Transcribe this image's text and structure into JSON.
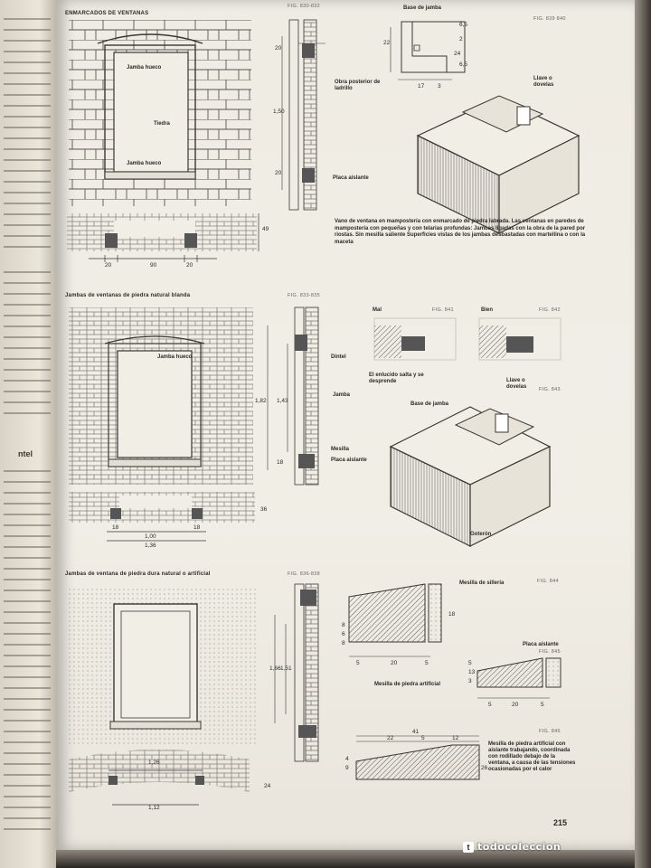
{
  "page_number": "215",
  "watermark": "todocoleccion",
  "left_column": {
    "heading": "ntel"
  },
  "section1": {
    "title": "ENMARCADOS DE VENTANAS",
    "fig_a": "FIG. 830-832",
    "fig_b": "FIG. 839 840",
    "labels": {
      "jamb_upper": "Jamba hueco",
      "tiedra": "Tiedra",
      "jamb_lower": "Jamba hueco",
      "backwall": "Obra posterior de ladrillo",
      "placa": "Placa aislante",
      "base_jamba": "Base de jamba",
      "llave": "Llave o dovelas"
    },
    "dims": {
      "left": "20",
      "center": "90",
      "right": "20",
      "height": "49",
      "v1": "20",
      "v2": "1,50",
      "v3": "20",
      "b1": "17",
      "b2": "3",
      "bv1": "22",
      "bv2": "24",
      "bv3": "6,5",
      "bv4": "6,5",
      "bv5": "2"
    },
    "caption": "Vano de ventana en mampostería con enmarcado de piedra labrada. Las ventanas en paredes de mampostería con pequeñas y con telarias profundas: Jambas ligadas con la obra de la pared por riostas. Sin mesilla saliente Superficies vistas de los jambas desbastadas con martellina o con la maceta"
  },
  "section2": {
    "title": "Jambas de ventanas de piedra natural blanda",
    "fig_a": "FIG. 833-835",
    "fig_b": "FIG. 841",
    "fig_c": "FIG. 842",
    "fig_d": "FIG. 843",
    "labels": {
      "jamb": "Jamba hueco",
      "dintel": "Dintel",
      "jamba": "Jamba",
      "mesilla": "Mesilla",
      "placa": "Placa aislante",
      "mal": "Mal",
      "bien": "Bien",
      "note": "El enlucido salta y se desprende",
      "llave": "Llave o dovelas",
      "base_jamba": "Base de jamba",
      "goteron": "Goterón"
    },
    "dims": {
      "h1": "1,82",
      "h2": "1,43",
      "b1": "18",
      "w1": "1,00",
      "w2": "1,36",
      "s1": "18",
      "s2": "18",
      "hb": "36"
    }
  },
  "section3": {
    "title": "Jambas de ventana de piedra dura natural o artificial",
    "fig_a": "FIG. 836-838",
    "fig_b": "FIG. 844",
    "fig_c": "FIG. 845",
    "fig_d": "FIG. 846",
    "labels": {
      "mesilla_sill": "Mesilla de sillería",
      "placa": "Placa aislante",
      "mesilla_art": "Mesilla de piedra artificial",
      "note": "Mesilla de piedra artificial con aislante trabajando, coordinada con rodillado debajo de la ventana, a causa de las tensiones ocasionadas por el calor"
    },
    "dims": {
      "h1": "1,66",
      "h2": "1,51",
      "top1": "1,26",
      "bot1": "1,12",
      "side": "24",
      "m1": "8",
      "m2": "6",
      "m3": "8",
      "m4": "18",
      "m5": "5",
      "m6": "20",
      "m7": "5",
      "n1": "5",
      "n2": "13",
      "n3": "3",
      "n4": "5",
      "n5": "20",
      "n6": "5",
      "p1": "41",
      "p2": "22",
      "p3": "5",
      "p4": "12",
      "p5": "9",
      "p6": "4",
      "p7": "26"
    }
  }
}
